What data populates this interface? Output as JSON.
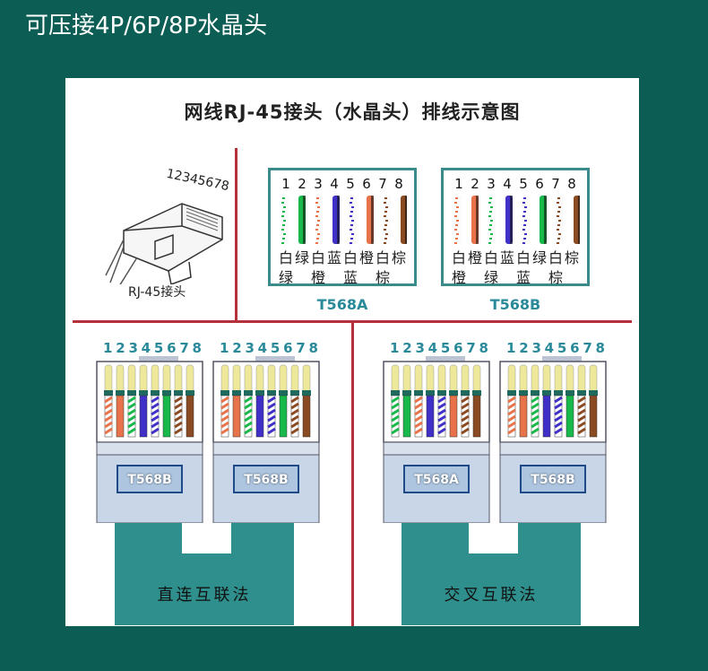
{
  "header": {
    "title": "可压接4P/6P/8P水晶头"
  },
  "diagram": {
    "title": "网线RJ-45接头（水晶头）排线示意图",
    "plug_numbers": "12345678",
    "plug_caption": "RJ-45接头",
    "pin_numbers": [
      "1",
      "2",
      "3",
      "4",
      "5",
      "6",
      "7",
      "8"
    ],
    "standards": [
      {
        "name": "T568A",
        "colors": [
          "white-green",
          "green",
          "white-orange",
          "blue",
          "white-blue",
          "orange",
          "white-brown",
          "brown"
        ],
        "row1": [
          "白",
          "绿",
          "白",
          "蓝",
          "白",
          "橙",
          "白",
          "棕"
        ],
        "row2": [
          "绿",
          "",
          "橙",
          "",
          "蓝",
          "",
          "棕",
          ""
        ]
      },
      {
        "name": "T568B",
        "colors": [
          "white-orange",
          "orange",
          "white-green",
          "blue",
          "white-blue",
          "green",
          "white-brown",
          "brown"
        ],
        "row1": [
          "白",
          "橙",
          "白",
          "蓝",
          "白",
          "绿",
          "白",
          "棕"
        ],
        "row2": [
          "橙",
          "",
          "绿",
          "",
          "蓝",
          "",
          "棕",
          ""
        ]
      }
    ],
    "connections": [
      {
        "label": "直连互联法",
        "ends": [
          "T568B",
          "T568B"
        ]
      },
      {
        "label": "交叉互联法",
        "ends": [
          "T568A",
          "T568B"
        ]
      }
    ],
    "wire_colors": {
      "white": "#f4f0ea",
      "green": "#19b84a",
      "orange": "#e8734a",
      "blue": "#4030c8",
      "brown": "#8a4a22"
    },
    "accent_teal": "#2e8f8c"
  }
}
